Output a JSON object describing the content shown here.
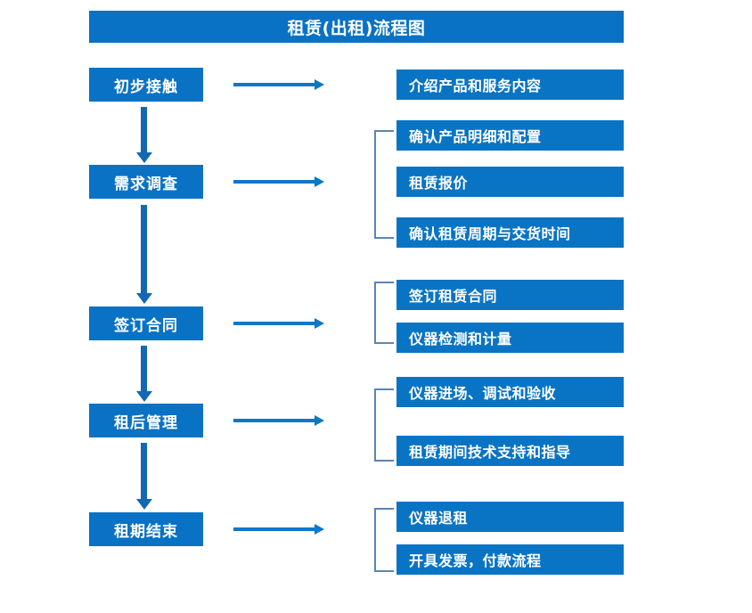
{
  "title": "租赁(出租)流程图",
  "colors": {
    "banner": "#0A72C4",
    "box": "#0A74C4",
    "arrow": "#1268B3",
    "h_arrow": "#0E77C6",
    "bracket": "#5B85B5",
    "text": "#FFFFFF",
    "background": "#FFFFFF"
  },
  "stages": [
    {
      "label": "初步接触"
    },
    {
      "label": "需求调查"
    },
    {
      "label": "签订合同"
    },
    {
      "label": "租后管理"
    },
    {
      "label": "租期结束"
    }
  ],
  "details": [
    {
      "label": "介绍产品和服务内容"
    },
    {
      "label": "确认产品明细和配置"
    },
    {
      "label": "租赁报价"
    },
    {
      "label": "确认租赁周期与交货时间"
    },
    {
      "label": "签订租赁合同"
    },
    {
      "label": "仪器检测和计量"
    },
    {
      "label": "仪器进场、调试和验收"
    },
    {
      "label": "租赁期间技术支持和指导"
    },
    {
      "label": "仪器退租"
    },
    {
      "label": "开具发票，付款流程"
    }
  ],
  "groups": [
    {
      "stage": "需求调查",
      "details": [
        "确认产品明细和配置",
        "租赁报价",
        "确认租赁周期与交货时间"
      ]
    },
    {
      "stage": "签订合同",
      "details": [
        "签订租赁合同",
        "仪器检测和计量"
      ]
    },
    {
      "stage": "租后管理",
      "details": [
        "仪器进场、调试和验收",
        "租赁期间技术支持和指导"
      ]
    },
    {
      "stage": "租期结束",
      "details": [
        "仪器退租",
        "开具发票，付款流程"
      ]
    }
  ]
}
